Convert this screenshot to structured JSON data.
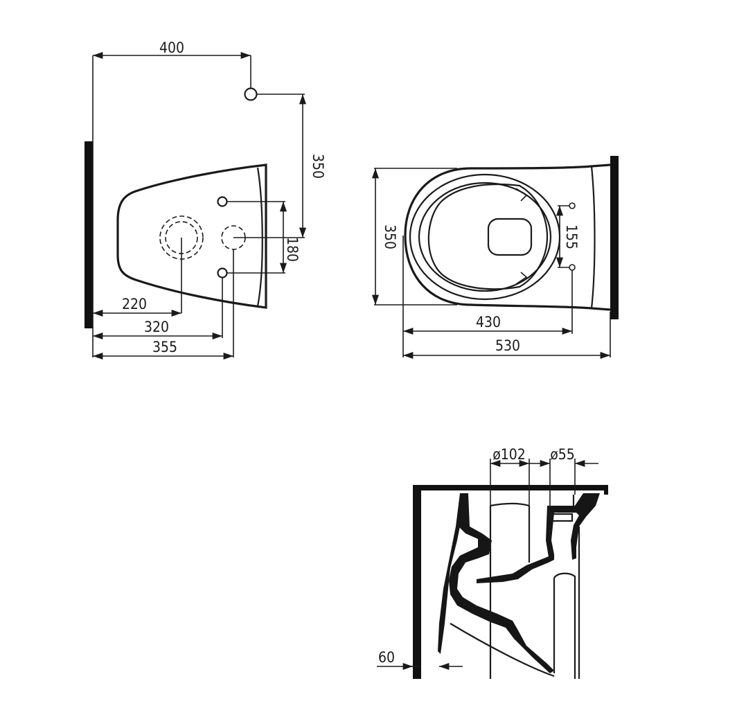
{
  "drawing": {
    "views": [
      {
        "name": "front-view",
        "dimensions": {
          "inlet_from_wall": "400",
          "inlet_height": "350",
          "drain_from_wall": "220",
          "bolt_from_wall": "320",
          "supply_from_wall": "355",
          "bolt_spacing": "180"
        }
      },
      {
        "name": "top-view",
        "dimensions": {
          "width": "350",
          "bolt_spacing": "155",
          "bolt_projection": "430",
          "total_projection": "530"
        }
      },
      {
        "name": "section-view",
        "dimensions": {
          "outlet_diameter": "ø102",
          "inlet_diameter": "ø55",
          "bottom_offset": "60"
        }
      }
    ]
  }
}
